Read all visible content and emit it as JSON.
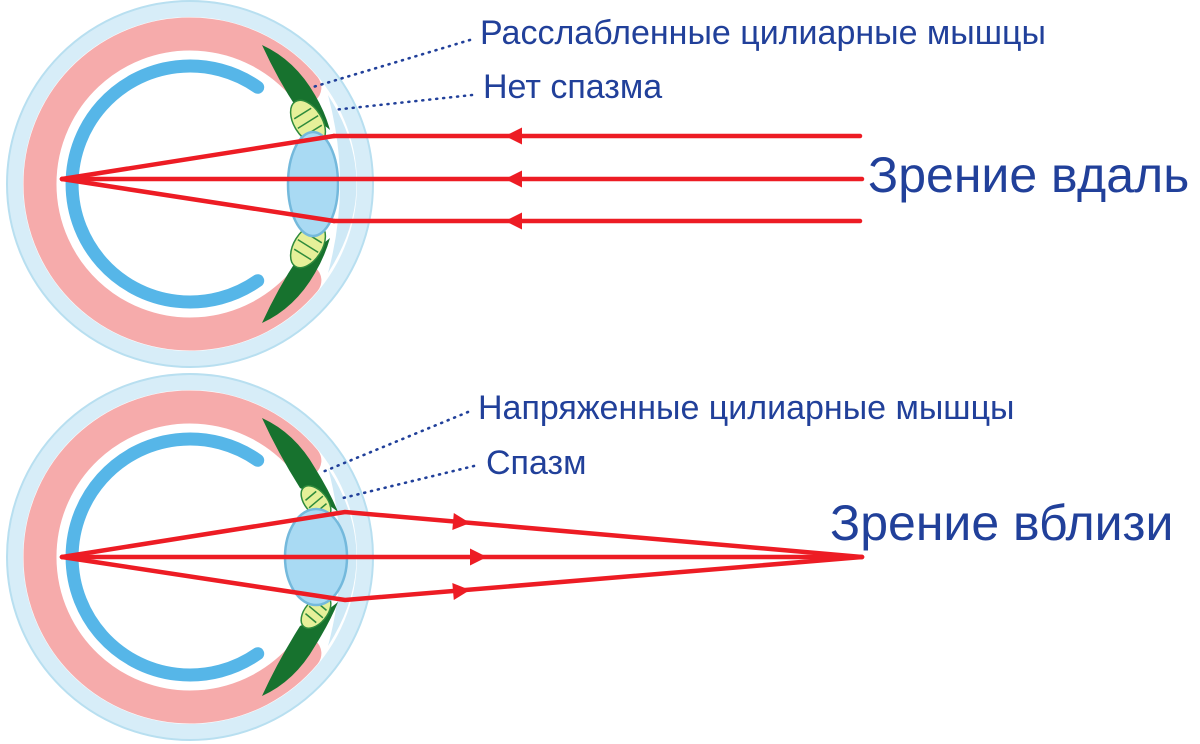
{
  "colors": {
    "text_navy": "#21409a",
    "ray_red": "#ed1c24",
    "sclera_blue": "#d7edf8",
    "sclera_edge": "#b8dff0",
    "choroid_pink": "#f6abab",
    "retina_blue": "#56b6e8",
    "ciliary_green": "#17722e",
    "muscle_yellow": "#e6f099",
    "muscle_stroke": "#2f8b3c",
    "lens_blue": "#a9daf3",
    "lens_stroke": "#74b9dc",
    "cornea_blue": "#cfe9f6"
  },
  "top": {
    "label_muscles": "Расслабленные цилиарные мышцы",
    "label_spasm": "Нет спазма",
    "title": "Зрение вдаль"
  },
  "bottom": {
    "label_muscles": "Напряженные цилиарные мышцы",
    "label_spasm": "Спазм",
    "title": "Зрение вблизи"
  }
}
